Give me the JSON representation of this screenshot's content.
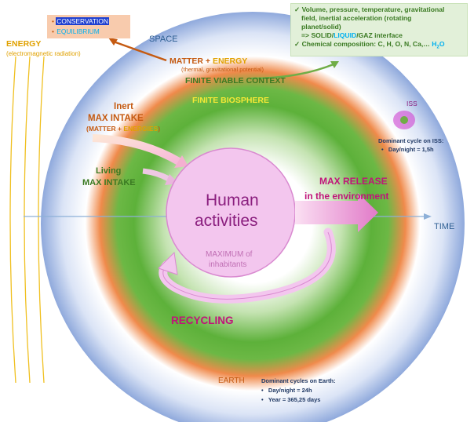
{
  "conservation_box": {
    "items": [
      "CONSERVATION",
      "EQUILIBRIUM"
    ],
    "bullet": "•",
    "colors": {
      "background": "#f8cbad",
      "conservation_bg": "#1f3fd0",
      "equilibrium_text": "#00b0f0"
    }
  },
  "energy": {
    "title": "ENERGY",
    "subtitle": "(electromagnetic radiation)"
  },
  "space_label": "SPACE",
  "matter_energy": {
    "matter": "MATTER",
    "plus": " + ",
    "energy": "ENERGY",
    "subtitle": "(thermal, gravitational potential)"
  },
  "finite_viable_context": "FINITE VIABLE CONTEXT",
  "finite_biosphere": "FINITE BIOSPHERE",
  "context_box": {
    "check": "✓",
    "line1": "Volume, pressure, temperature, gravitational",
    "line2": "field, inertial acceleration (rotating",
    "line3": "planet/solid)",
    "line4_prefix": "=> ",
    "solid": "SOLID",
    "slash1": "/",
    "liquid": "LIQUID",
    "slash2": "/",
    "gaz": "GAZ interface",
    "line5": "Chemical composition: C, H, O, N, Ca,… ",
    "h2o_h": "H",
    "h2o_2": "2",
    "h2o_o": "O"
  },
  "inert": {
    "title": "Inert",
    "max_intake": "MAX INTAKE",
    "paren_open": "(",
    "matter": "MATTER",
    "plus": " + ",
    "energies": "ENERGIES",
    "paren_close": ")"
  },
  "living": {
    "title": "Living",
    "max_intake": "MAX INTAKE"
  },
  "human": {
    "line1": "Human",
    "line2": "activities",
    "max_line1": "MAXIMUM of",
    "max_line2": "inhabitants"
  },
  "max_release": {
    "line1": "MAX RELEASE",
    "line2": "in the environment"
  },
  "recycling": "RECYCLING",
  "time_label": "TIME",
  "iss": {
    "label": "ISS",
    "title": "Dominant cycle on ISS:",
    "bullet": "•",
    "item": "Day/night  = 1,5h"
  },
  "earth": {
    "label": "EARTH",
    "title": "Dominant cycles on Earth:",
    "bullet": "•",
    "items": [
      "Day/night  = 24h",
      "Year = 365,25 days"
    ]
  },
  "colors": {
    "space_blue": "#8fa9dc",
    "biosphere_green": "#5db13a",
    "earth_orange": "#f08a4b",
    "human_pink": "#f3c6ee",
    "recycling_magenta": "#c0147a",
    "energy_yellow": "#f0c020"
  }
}
